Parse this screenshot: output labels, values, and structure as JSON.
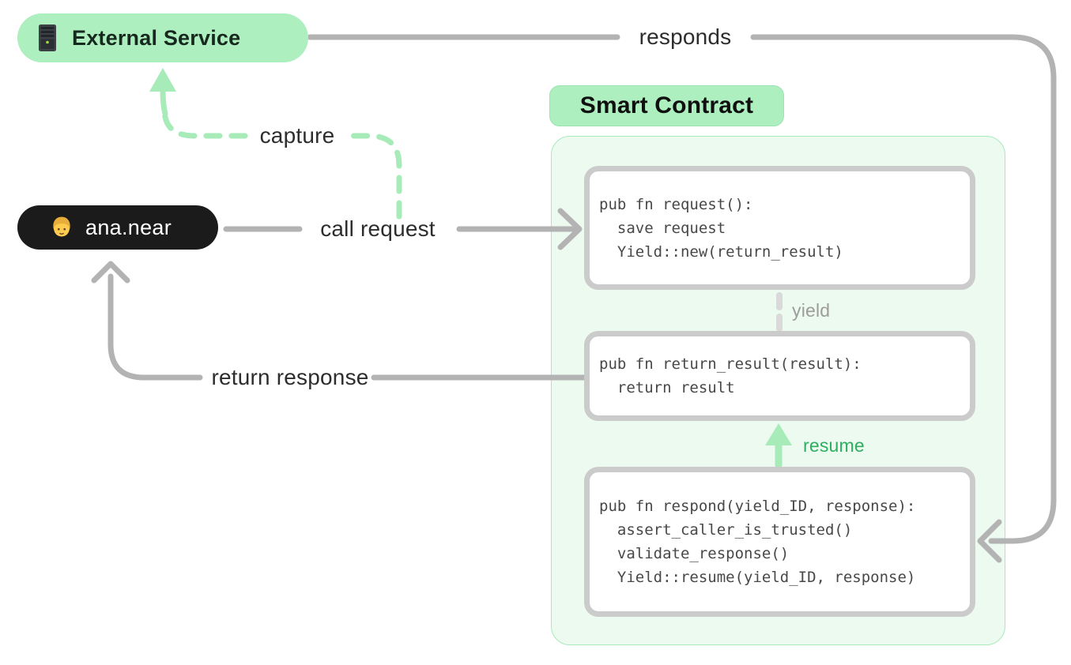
{
  "nodes": {
    "external_service": {
      "label": "External Service",
      "icon": "server-icon"
    },
    "user": {
      "label": "ana.near",
      "icon": "person-icon"
    },
    "smart_contract": {
      "title": "Smart Contract"
    }
  },
  "edges": {
    "responds": "responds",
    "capture": "capture",
    "call_request": "call request",
    "return_response": "return response",
    "yield": "yield",
    "resume": "resume"
  },
  "code_blocks": [
    {
      "name": "request",
      "lines": [
        "pub fn request():",
        "  save request",
        "  Yield::new(return_result)"
      ]
    },
    {
      "name": "return_result",
      "lines": [
        "pub fn return_result(result):",
        "  return result"
      ]
    },
    {
      "name": "respond",
      "lines": [
        "pub fn respond(yield_ID, response):",
        "  assert_caller_is_trusted()",
        "  validate_response()",
        "  Yield::resume(yield_ID, response)"
      ]
    }
  ],
  "colors": {
    "accent_green": "#ADEFBF",
    "container_green_fill": "#EDFAF0",
    "container_green_border": "#A9E9BC",
    "arrow_green": "#A6EBB8",
    "resume_text_green": "#2EAE60",
    "wire_gray": "#B3B3B3",
    "box_border_gray": "#CBCBCB",
    "user_pill_black": "#1B1B1B"
  }
}
